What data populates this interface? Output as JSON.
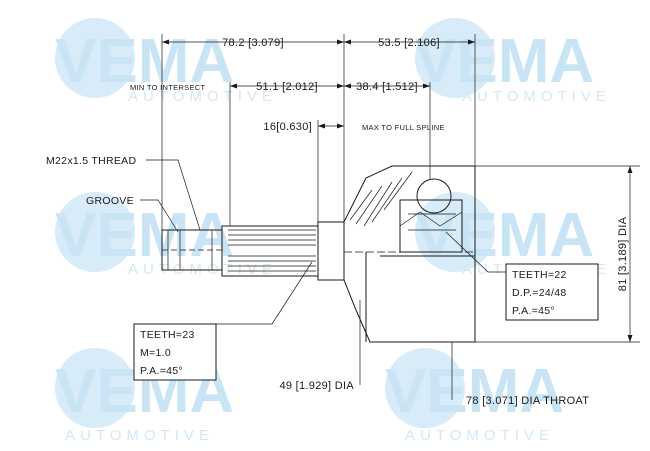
{
  "watermark": {
    "brand": "VEMA",
    "sub": "AUTOMOTIVE"
  },
  "dimensions": {
    "overall_left": "78.2 [3.079]",
    "overall_right": "53.5 [2.106]",
    "min_to_intersect_label": "MIN TO INTERSECT",
    "min_to_intersect_value": "51.1 [2.012]",
    "right_upper": "38.4 [1.512]",
    "spline_length": "16[0.630]",
    "max_full_spline_label": "MAX TO FULL SPLINE",
    "outer_dia": "81 [3.189] DIA",
    "shaft_dia": "49 [1.929] DIA",
    "throat_dia": "78 [3.071] DIA THROAT"
  },
  "labels": {
    "thread": "M22x1.5 THREAD",
    "groove": "GROOVE"
  },
  "left_box": {
    "line1": "TEETH=23",
    "line2": "M=1.0",
    "line3": "P.A.=45°"
  },
  "right_box": {
    "line1": "TEETH=22",
    "line2": "D.P.=24/48",
    "line3": "P.A.=45°"
  }
}
